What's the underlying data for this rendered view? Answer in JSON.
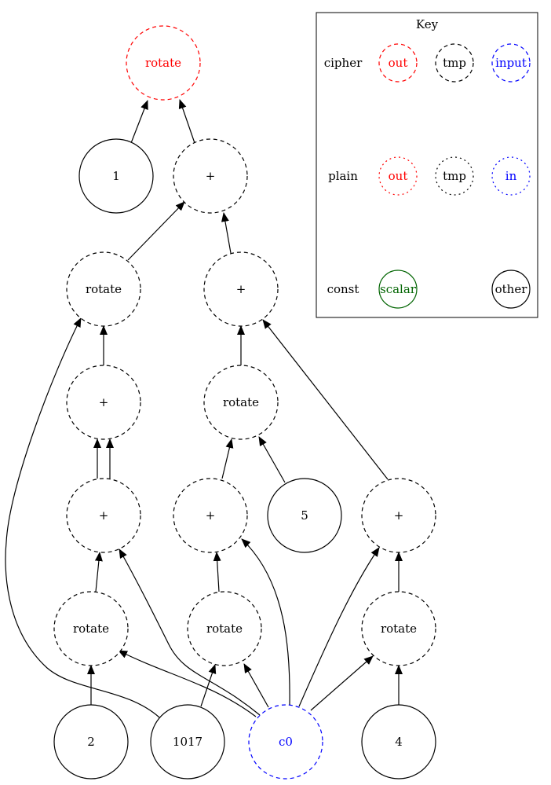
{
  "graph": {
    "nodes": [
      {
        "id": "root_rotate",
        "label": "rotate",
        "color": "#ff0000",
        "dash": "dashed"
      },
      {
        "id": "const_1",
        "label": "1",
        "color": "#000000",
        "dash": "solid"
      },
      {
        "id": "add_top",
        "label": "+",
        "color": "#000000",
        "dash": "dashed"
      },
      {
        "id": "rotate_left",
        "label": "rotate",
        "color": "#000000",
        "dash": "dashed"
      },
      {
        "id": "add_mid_r",
        "label": "+",
        "color": "#000000",
        "dash": "dashed"
      },
      {
        "id": "add_left_a",
        "label": "+",
        "color": "#000000",
        "dash": "dashed"
      },
      {
        "id": "rotate_mid",
        "label": "rotate",
        "color": "#000000",
        "dash": "dashed"
      },
      {
        "id": "add_left_b",
        "label": "+",
        "color": "#000000",
        "dash": "dashed"
      },
      {
        "id": "add_mid",
        "label": "+",
        "color": "#000000",
        "dash": "dashed"
      },
      {
        "id": "const_5",
        "label": "5",
        "color": "#000000",
        "dash": "solid"
      },
      {
        "id": "add_right",
        "label": "+",
        "color": "#000000",
        "dash": "dashed"
      },
      {
        "id": "rotate_b1",
        "label": "rotate",
        "color": "#000000",
        "dash": "dashed"
      },
      {
        "id": "rotate_b2",
        "label": "rotate",
        "color": "#000000",
        "dash": "dashed"
      },
      {
        "id": "rotate_b3",
        "label": "rotate",
        "color": "#000000",
        "dash": "dashed"
      },
      {
        "id": "const_2",
        "label": "2",
        "color": "#000000",
        "dash": "solid"
      },
      {
        "id": "const_1017",
        "label": "1017",
        "color": "#000000",
        "dash": "solid"
      },
      {
        "id": "input_c0",
        "label": "c0",
        "color": "#0000ff",
        "dash": "dashed"
      },
      {
        "id": "const_4",
        "label": "4",
        "color": "#000000",
        "dash": "solid"
      }
    ],
    "edges": [
      {
        "from": "const_1",
        "to": "root_rotate"
      },
      {
        "from": "add_top",
        "to": "root_rotate"
      },
      {
        "from": "rotate_left",
        "to": "add_top"
      },
      {
        "from": "add_mid_r",
        "to": "add_top"
      },
      {
        "from": "add_left_a",
        "to": "rotate_left"
      },
      {
        "from": "const_1017",
        "to": "rotate_left"
      },
      {
        "from": "rotate_mid",
        "to": "add_mid_r"
      },
      {
        "from": "add_right",
        "to": "add_mid_r"
      },
      {
        "from": "add_left_b",
        "to": "add_left_a"
      },
      {
        "from": "add_left_b",
        "to": "add_left_a"
      },
      {
        "from": "add_mid",
        "to": "rotate_mid"
      },
      {
        "from": "const_5",
        "to": "rotate_mid"
      },
      {
        "from": "rotate_b1",
        "to": "add_left_b"
      },
      {
        "from": "input_c0",
        "to": "add_left_b"
      },
      {
        "from": "rotate_b2",
        "to": "add_mid"
      },
      {
        "from": "input_c0",
        "to": "add_mid"
      },
      {
        "from": "rotate_b3",
        "to": "add_right"
      },
      {
        "from": "input_c0",
        "to": "add_right"
      },
      {
        "from": "const_2",
        "to": "rotate_b1"
      },
      {
        "from": "input_c0",
        "to": "rotate_b1"
      },
      {
        "from": "const_1017",
        "to": "rotate_b2"
      },
      {
        "from": "input_c0",
        "to": "rotate_b2"
      },
      {
        "from": "const_4",
        "to": "rotate_b3"
      },
      {
        "from": "input_c0",
        "to": "rotate_b3"
      }
    ]
  },
  "key": {
    "title": "Key",
    "rows": [
      {
        "label": "cipher",
        "items": [
          {
            "label": "out",
            "color": "#ff0000",
            "dash": "dashed"
          },
          {
            "label": "tmp",
            "color": "#000000",
            "dash": "dashed"
          },
          {
            "label": "input",
            "color": "#0000ff",
            "dash": "dashed"
          }
        ]
      },
      {
        "label": "plain",
        "items": [
          {
            "label": "out",
            "color": "#ff0000",
            "dash": "dotted"
          },
          {
            "label": "tmp",
            "color": "#000000",
            "dash": "dotted"
          },
          {
            "label": "in",
            "color": "#0000ff",
            "dash": "dotted"
          }
        ]
      },
      {
        "label": "const",
        "items": [
          {
            "label": "scalar",
            "color": "#006400",
            "dash": "solid"
          },
          {
            "label": "other",
            "color": "#000000",
            "dash": "solid"
          }
        ]
      }
    ]
  }
}
